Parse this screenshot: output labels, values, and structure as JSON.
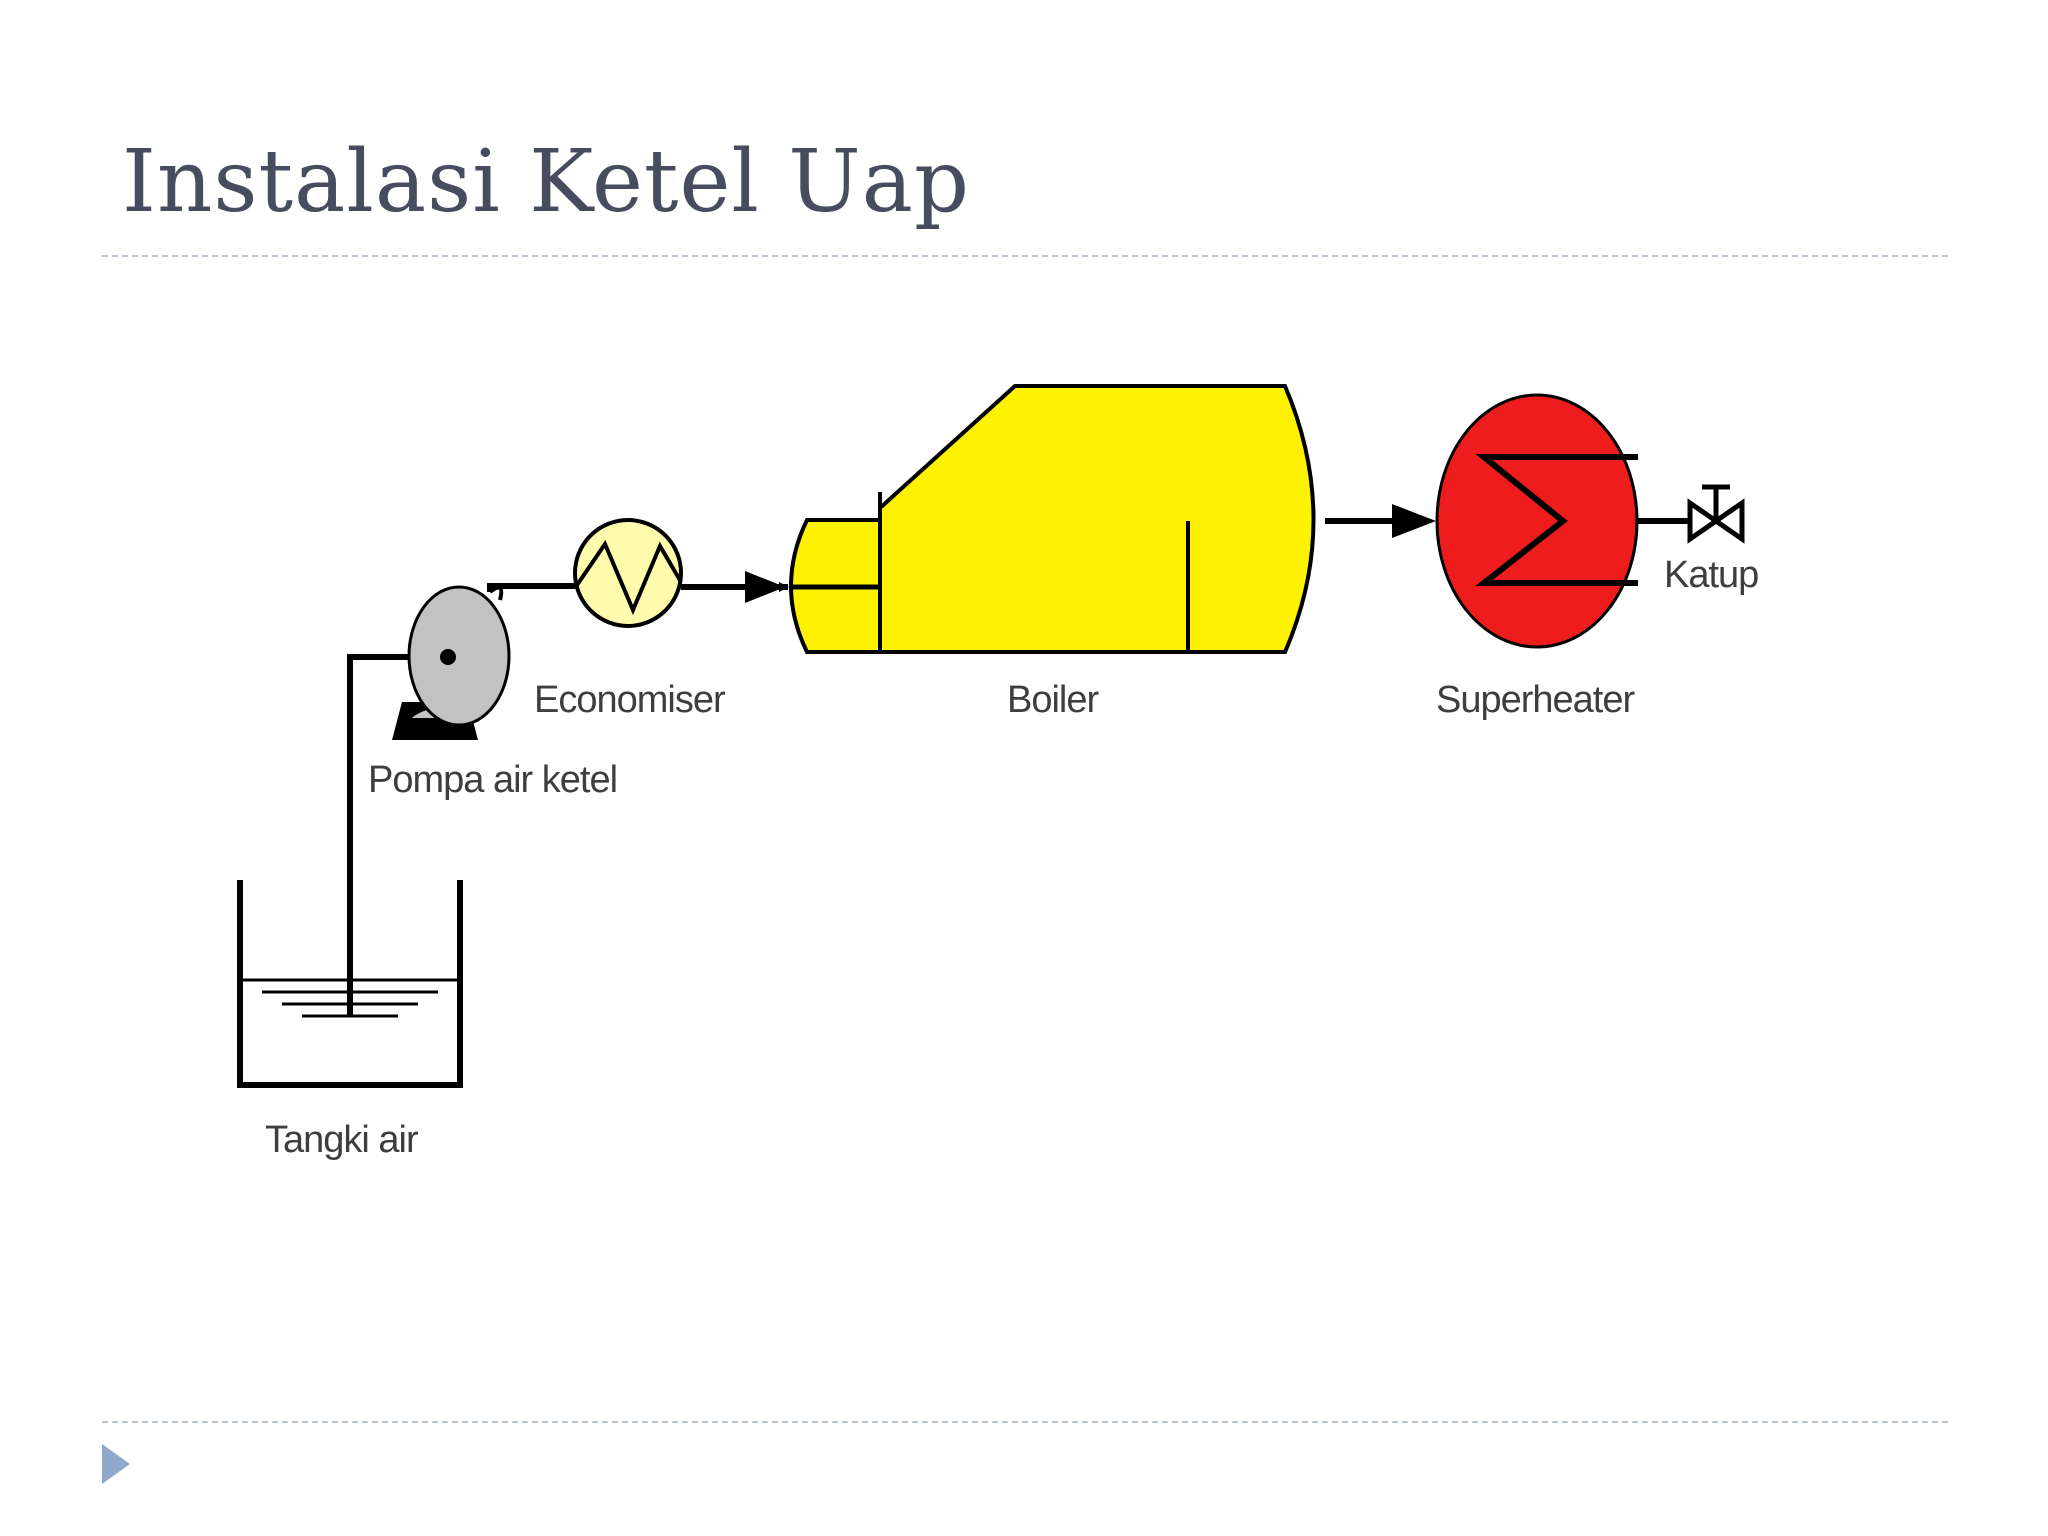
{
  "slide": {
    "title": "Instalasi Ketel Uap"
  },
  "diagram": {
    "labels": {
      "tank": "Tangki air",
      "pump": "Pompa air ketel",
      "economiser": "Economiser",
      "boiler": "Boiler",
      "superheater": "Superheater",
      "valve": "Katup"
    },
    "colors": {
      "boiler": "#fff200",
      "economiser": "#fffcae",
      "superheater": "#ee1c1c",
      "pump": "#c2c2c2",
      "pipe": "#000000"
    }
  },
  "nav": {
    "icon": "triangle-right-icon",
    "color": "#8ea9c9"
  }
}
